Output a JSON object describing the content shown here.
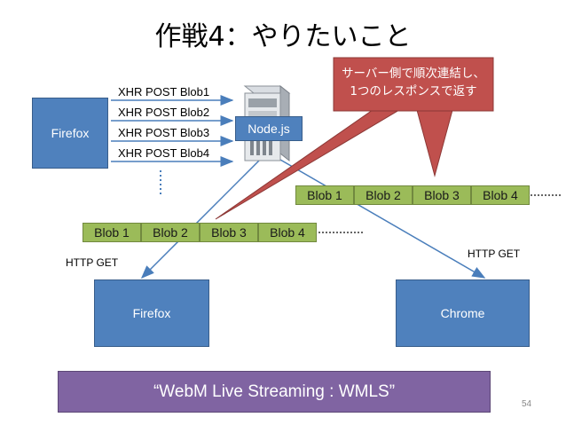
{
  "title": "作戦4：やりたいこと",
  "callout": {
    "line1": "サーバー側で順次連結し、",
    "line2": "1つのレスポンスで返す"
  },
  "sender": {
    "label": "Firefox"
  },
  "server": {
    "label": "Node.js"
  },
  "xhr_posts": [
    "XHR POST Blob1",
    "XHR POST Blob2",
    "XHR POST Blob3",
    "XHR POST Blob4"
  ],
  "blobs_right": [
    "Blob 1",
    "Blob 2",
    "Blob 3",
    "Blob 4"
  ],
  "blobs_left": [
    "Blob 1",
    "Blob 2",
    "Blob 3",
    "Blob 4"
  ],
  "http_get_left": "HTTP GET",
  "http_get_right": "HTTP GET",
  "receiver_left": {
    "label": "Firefox"
  },
  "receiver_right": {
    "label": "Chrome"
  },
  "banner": "“WebM Live Streaming :  WMLS”",
  "page_number": "54",
  "colors": {
    "box_blue": "#4f81bd",
    "blob_green": "#9bbb59",
    "banner_purple": "#8064a2",
    "callout_red": "#c0504d"
  }
}
